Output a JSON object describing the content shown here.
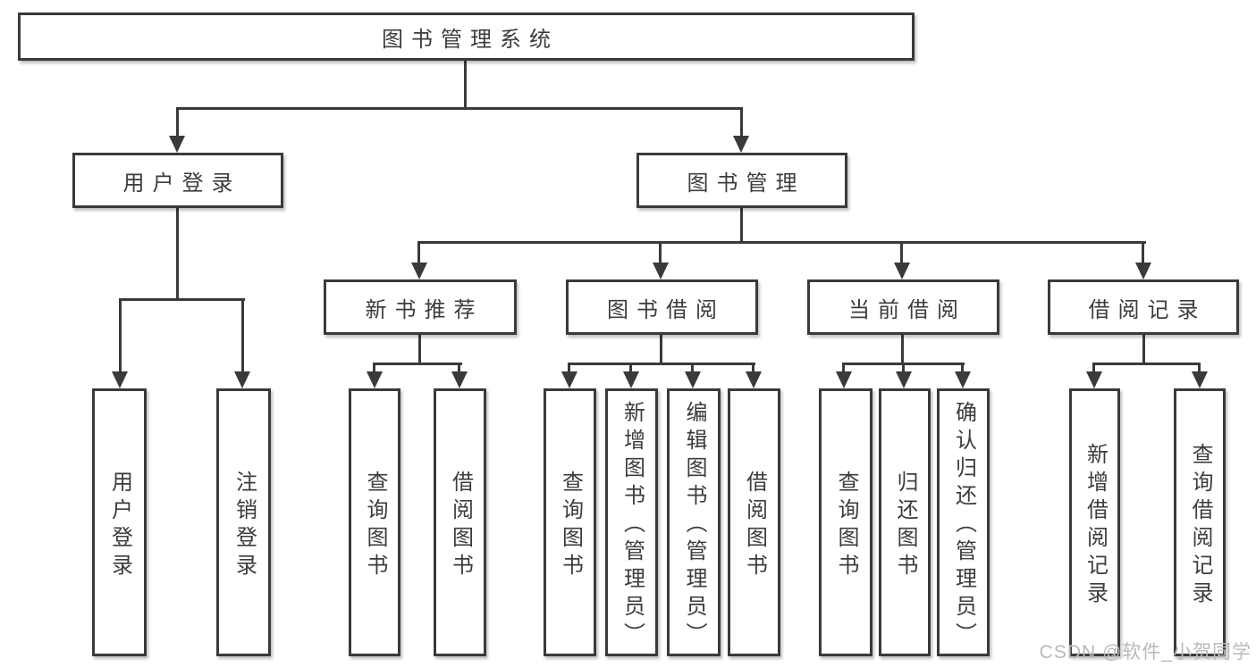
{
  "colors": {
    "line": "#3a3a3a",
    "text": "#3c3c3c",
    "watermark": "#b9b9b9"
  },
  "tree": {
    "root": "图书管理系统",
    "branches": [
      {
        "label": "用户登录",
        "children": [
          "用户登录",
          "注销登录"
        ]
      },
      {
        "label": "图书管理",
        "children": [
          {
            "label": "新书推荐",
            "children": [
              "查询图书",
              "借阅图书"
            ]
          },
          {
            "label": "图书借阅",
            "children": [
              "查询图书",
              "新增图书（管理员）",
              "编辑图书（管理员）",
              "借阅图书"
            ]
          },
          {
            "label": "当前借阅",
            "children": [
              "查询图书",
              "归还图书",
              "确认归还（管理员）"
            ]
          },
          {
            "label": "借阅记录",
            "children": [
              "新增借阅记录",
              "查询借阅记录"
            ]
          }
        ]
      }
    ]
  },
  "watermark": {
    "text": "CSDN @软件_小贺同学"
  }
}
